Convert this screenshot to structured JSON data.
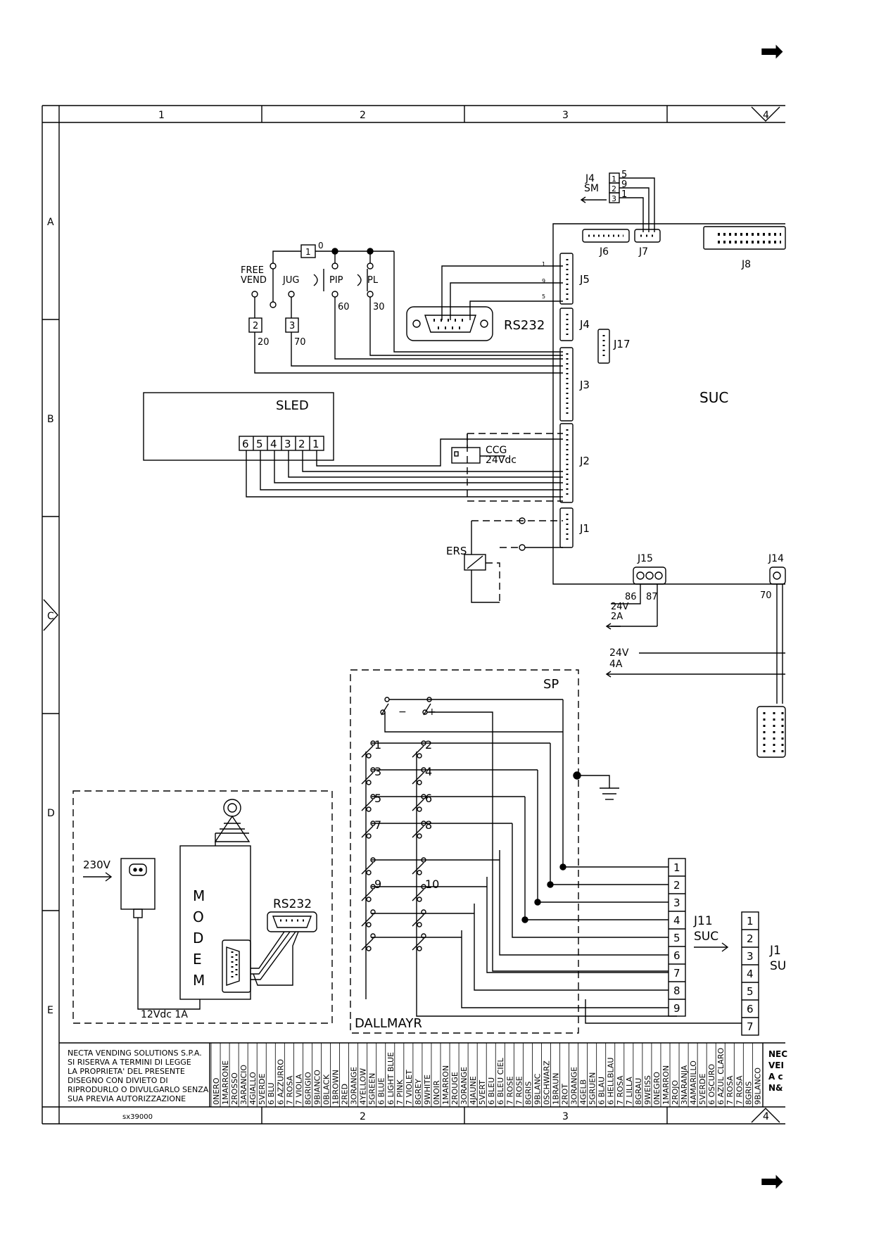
{
  "arrows": {
    "top": "➡",
    "bottom": "➡"
  },
  "frame": {
    "col_labels": [
      "1",
      "2",
      "3",
      "4"
    ],
    "row_labels": [
      "A",
      "B",
      "C",
      "D",
      "E"
    ]
  },
  "connectors": {
    "j4sm": "J4",
    "sm": "SM",
    "j4sm_pins": [
      "1",
      "2",
      "3"
    ],
    "j4sm_wires": [
      "5",
      "9",
      "1"
    ],
    "j6": "J6",
    "j7": "J7",
    "j8": "J8",
    "j5": "J5",
    "j4": "J4",
    "j17": "J17",
    "j3": "J3",
    "j2": "J2",
    "j1": "J1",
    "j15": "J15",
    "j14": "J14",
    "suc": "SUC",
    "j5_pins": [
      "1",
      "9",
      "5"
    ]
  },
  "switches": {
    "free_vend": [
      "FREE",
      "VEND"
    ],
    "jug": "JUG",
    "pip": "PIP",
    "pl": "PL",
    "box1": "1",
    "wire0": "0",
    "box2": "2",
    "box3": "3",
    "w20": "20",
    "w70": "70",
    "w60": "60",
    "w30": "30"
  },
  "rs232": "RS232",
  "sled": {
    "title": "SLED",
    "pins": [
      "6",
      "5",
      "4",
      "3",
      "2",
      "1"
    ]
  },
  "ccg": {
    "label": "CCG",
    "voltage": "24Vdc"
  },
  "ers": "ERS",
  "j15_labels": {
    "p86": "86",
    "p87": "87",
    "v": "24V",
    "a": "2A",
    "p70": "70"
  },
  "supply": {
    "v": "24V",
    "a": "4A"
  },
  "sp": {
    "title": "SP",
    "minus": "−",
    "plus": "+",
    "keys": [
      "1",
      "2",
      "3",
      "4",
      "5",
      "6",
      "7",
      "8",
      "9",
      "10"
    ],
    "footer": "DALLMAYR",
    "terminal": [
      "1",
      "2",
      "3",
      "4",
      "5",
      "6",
      "7",
      "8",
      "9"
    ]
  },
  "j11": {
    "name": "J11",
    "sub": "SUC",
    "pins": [
      "1",
      "2",
      "3",
      "4",
      "5",
      "6",
      "7"
    ]
  },
  "j1x": {
    "name": "J1",
    "sub": "SU"
  },
  "modem": {
    "v230": "230V",
    "letters": [
      "M",
      "O",
      "D",
      "E",
      "M"
    ],
    "rs232": "RS232",
    "v12": "12Vdc  1A"
  },
  "title_block": {
    "company_lines": [
      "NECTA VENDING SOLUTIONS S.P.A.",
      "SI RISERVA A TERMINI DI LEGGE",
      "LA PROPRIETA' DEL PRESENTE",
      "DISEGNO CON DIVIETO DI",
      "RIPRODURLO O DIVULGARLO SENZA",
      "SUA PREVIA AUTORIZZAZIONE"
    ],
    "drawing_no": "sx39000",
    "color_codes": [
      "0NERO",
      "1MARRONE",
      "2ROSSO",
      "3ARANCIO",
      "4GIALLO",
      "5VERDE",
      "6 BLU",
      "6 AZZURRO",
      "7 ROSA",
      "7 VIOLA",
      "8GRIGIO",
      "9BIANCO",
      "0BLACK",
      "1BROWN",
      "2RED",
      "3ORANGE",
      "4YELLOW",
      "5GREEN",
      "6 BLUE",
      "6 LIGHT BLUE",
      "7 PINK",
      "7 VIOLET",
      "8GREY",
      "9WHITE",
      "0NOIR",
      "1MARRON",
      "2ROUGE",
      "3ORANGE",
      "4JAUNE",
      "5VERT",
      "6 BLEU",
      "6 BLEU CIEL",
      "7 ROSE",
      "7 ROSE",
      "8GRIS",
      "9BLANC",
      "0SCHWARZ",
      "1BRAUN",
      "2ROT",
      "3ORANGE",
      "4GELB",
      "5GRUEN",
      "6 BLAU",
      "6 HELLBLAU",
      "7 ROSA",
      "7 LILLA",
      "8GRAU",
      "9WEISS",
      "0NEGRO",
      "1MARRON",
      "2ROJO",
      "3NARANJA",
      "4AMARILLO",
      "5VERDE",
      "6 OSCURO",
      "6 AZUL CLARO",
      "7 ROSA",
      "7 ROSA",
      "8GRIS",
      "9BLANCO"
    ],
    "right_cut": [
      "NEC",
      "VEI",
      "A c",
      "N&"
    ]
  }
}
